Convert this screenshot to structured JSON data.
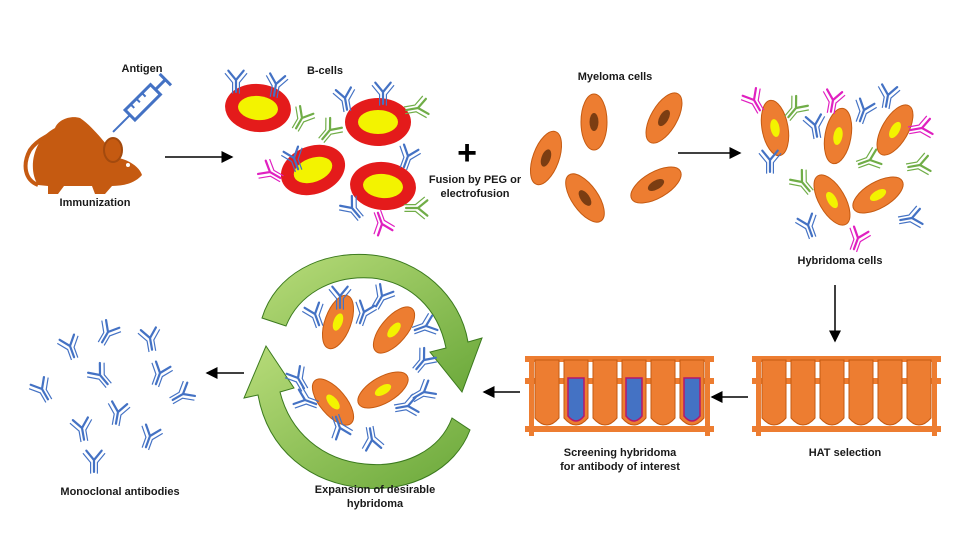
{
  "labels": {
    "antigen": "Antigen",
    "immunization": "Immunization",
    "b_cells": "B-cells",
    "fusion_line1": "Fusion by PEG or",
    "fusion_line2": "electrofusion",
    "myeloma": "Myeloma cells",
    "hybridoma": "Hybridoma cells",
    "hat": "HAT selection",
    "screening_line1": "Screening hybridoma",
    "screening_line2": "for antibody of interest",
    "expansion_line1": "Expansion of desirable",
    "expansion_line2": "hybridoma",
    "monoclonal": "Monoclonal antibodies"
  },
  "colors": {
    "b_cell_outer": "#e41b1b",
    "b_cell_inner": "#f3f300",
    "myeloma": "#ed7d31",
    "myeloma_nucleus": "#7b3d12",
    "mouse": "#c55a11",
    "syringe": "#4472c4",
    "antibody_blue": "#4472c4",
    "antibody_green": "#70ad47",
    "antibody_magenta": "#e020c0",
    "rack": "#ed7d31",
    "tube_fill": "#4472c4",
    "tube_border": "#b4186c",
    "cycle_arrow": "#8bc34a",
    "arrow": "#000000"
  },
  "symbols": {
    "plus": "+"
  }
}
